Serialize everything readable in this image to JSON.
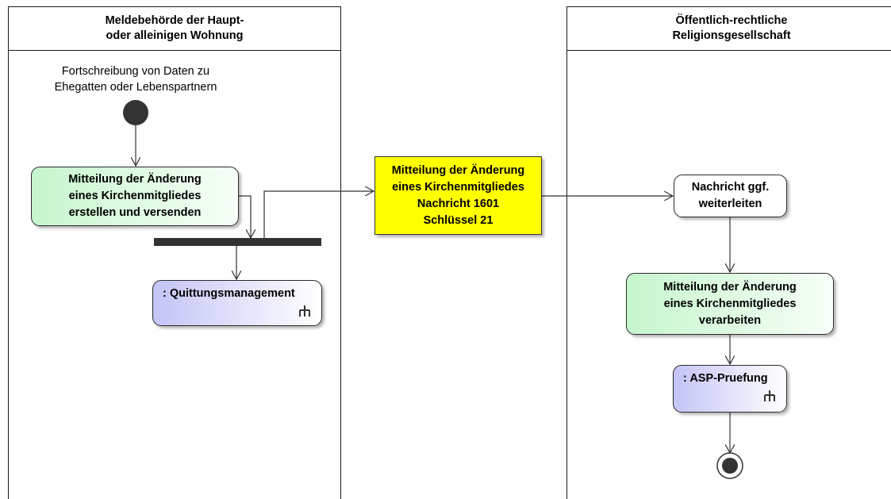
{
  "lanes": {
    "left": {
      "title": "Meldebehörde der Haupt-\noder alleinigen Wohnung"
    },
    "right": {
      "title": "Öffentlich-rechtliche\nReligionsgesellschaft"
    }
  },
  "start_label": "Fortschreibung von Daten zu\nEhegatten oder Lebenspartnern",
  "nodes": {
    "create_send": "Mitteilung der Änderung\neines Kirchenmitgliedes\nerstellen und versenden",
    "receipt_mgmt": ": Quittungsmanagement",
    "message_object": "Mitteilung der Änderung\neines Kirchenmitgliedes\nNachricht 1601\nSchlüssel 21",
    "forward": "Nachricht ggf.\nweiterleiten",
    "process": "Mitteilung der Änderung\neines Kirchenmitgliedes\nverarbeiten",
    "asp_check": ": ASP-Pruefung"
  },
  "colors": {
    "action_green": "#c6f5cd",
    "call_purple": "#c4c4f7",
    "object_yellow": "#ffff00",
    "line": "#333333"
  },
  "icons": {
    "call_behavior": "rake-icon",
    "start": "initial-node",
    "end": "final-node"
  }
}
